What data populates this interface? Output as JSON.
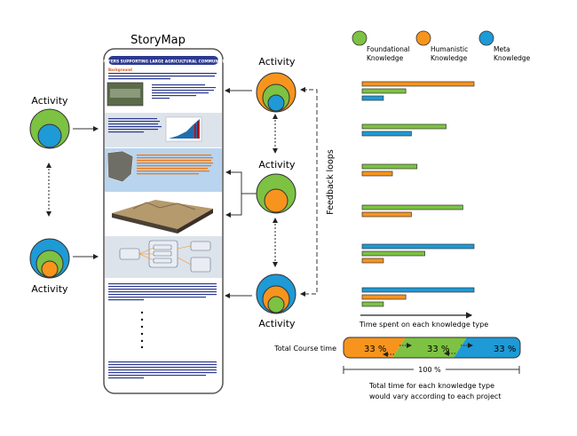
{
  "storymap": {
    "title": "StoryMap",
    "header": "AQUIFERS SUPPORTING LARGE AGRICULTURAL COMMUNITIES",
    "background_label": "Background"
  },
  "activity_label": "Activity",
  "feedback_label": "Feedback loops",
  "colors": {
    "foundational": "#7dc242",
    "humanistic": "#f7941d",
    "meta": "#1e9ad6",
    "storymap_header": "#2b3990"
  },
  "legend": [
    {
      "key": "foundational",
      "line1": "Foundational",
      "line2": "Knowledge"
    },
    {
      "key": "humanistic",
      "line1": "Humanistic",
      "line2": "Knowledge"
    },
    {
      "key": "meta",
      "line1": "Meta",
      "line2": "Knowledge"
    }
  ],
  "left_activities": [
    {
      "rings": [
        "foundational",
        "meta"
      ]
    },
    {
      "rings": [
        "meta",
        "foundational",
        "humanistic"
      ]
    }
  ],
  "right_activities": [
    {
      "rings": [
        "humanistic",
        "foundational",
        "meta"
      ]
    },
    {
      "rings": [
        "foundational",
        "humanistic"
      ]
    },
    {
      "rings": [
        "meta",
        "humanistic",
        "foundational"
      ]
    }
  ],
  "time_groups": [
    [
      {
        "key": "humanistic",
        "value": 1.0
      },
      {
        "key": "foundational",
        "value": 0.39
      },
      {
        "key": "meta",
        "value": 0.19
      }
    ],
    [
      {
        "key": "foundational",
        "value": 0.75
      },
      {
        "key": "meta",
        "value": 0.44
      }
    ],
    [
      {
        "key": "foundational",
        "value": 0.49
      },
      {
        "key": "humanistic",
        "value": 0.27
      }
    ],
    [
      {
        "key": "foundational",
        "value": 0.9
      },
      {
        "key": "humanistic",
        "value": 0.44
      }
    ],
    [
      {
        "key": "meta",
        "value": 1.0
      },
      {
        "key": "foundational",
        "value": 0.56
      },
      {
        "key": "humanistic",
        "value": 0.19
      }
    ],
    [
      {
        "key": "meta",
        "value": 1.0
      },
      {
        "key": "humanistic",
        "value": 0.39
      },
      {
        "key": "foundational",
        "value": 0.19
      }
    ]
  ],
  "time_axis_label": "Time spent on each knowledge type",
  "total": {
    "label": "Total Course time",
    "segments": [
      {
        "key": "humanistic",
        "text": "33 %"
      },
      {
        "key": "foundational",
        "text": "33 %"
      },
      {
        "key": "meta",
        "text": "33 %"
      }
    ],
    "span_label": "100 %",
    "note_line1": "Total time for each knowledge type",
    "note_line2": "would vary according to each project"
  }
}
